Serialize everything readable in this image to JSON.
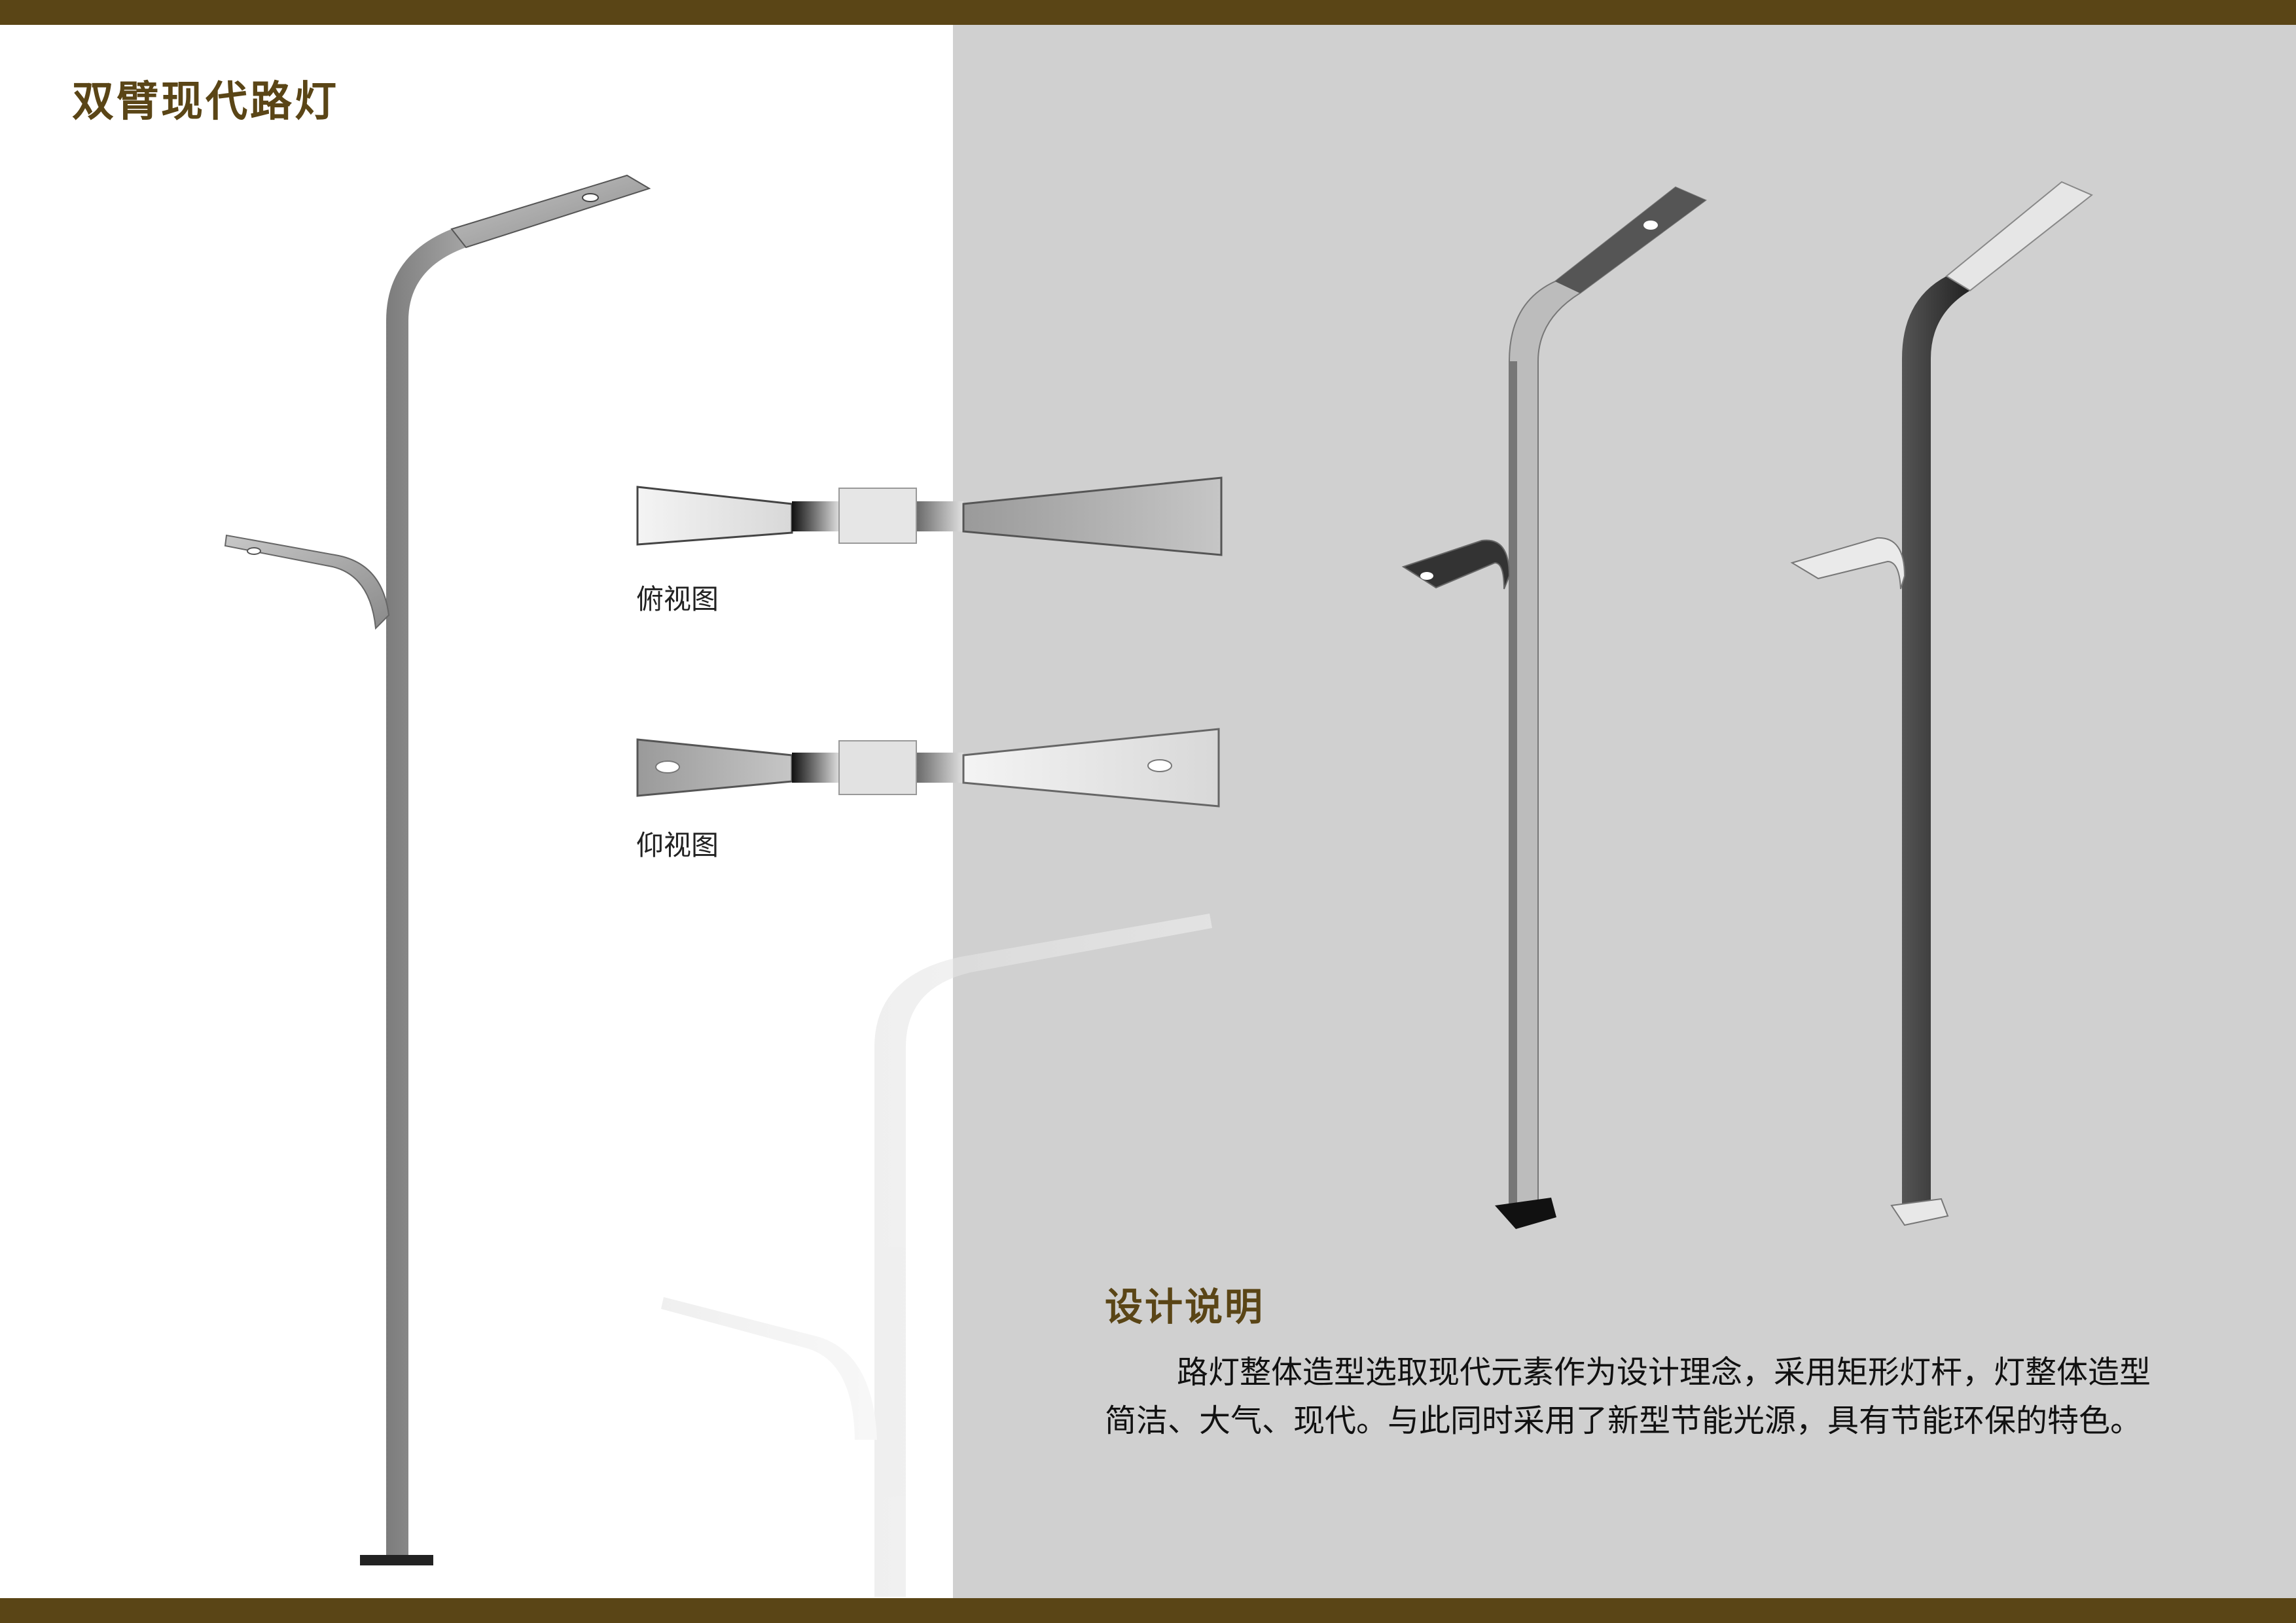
{
  "page": {
    "title": "双臂现代路灯"
  },
  "views": {
    "top_label": "俯视图",
    "bottom_label": "仰视图"
  },
  "description": {
    "heading": "设计说明",
    "body": "路灯整体造型选取现代元素作为设计理念，采用矩形灯杆，灯整体造型简洁、大气、现代。与此同时采用了新型节能光源，具有节能环保的特色。"
  },
  "colors": {
    "accent_band": "#5a4516",
    "panel_gray": "#d0d0d0",
    "pole_silver": "#a8a8a8",
    "pole_dark": "#2a2a2a"
  }
}
